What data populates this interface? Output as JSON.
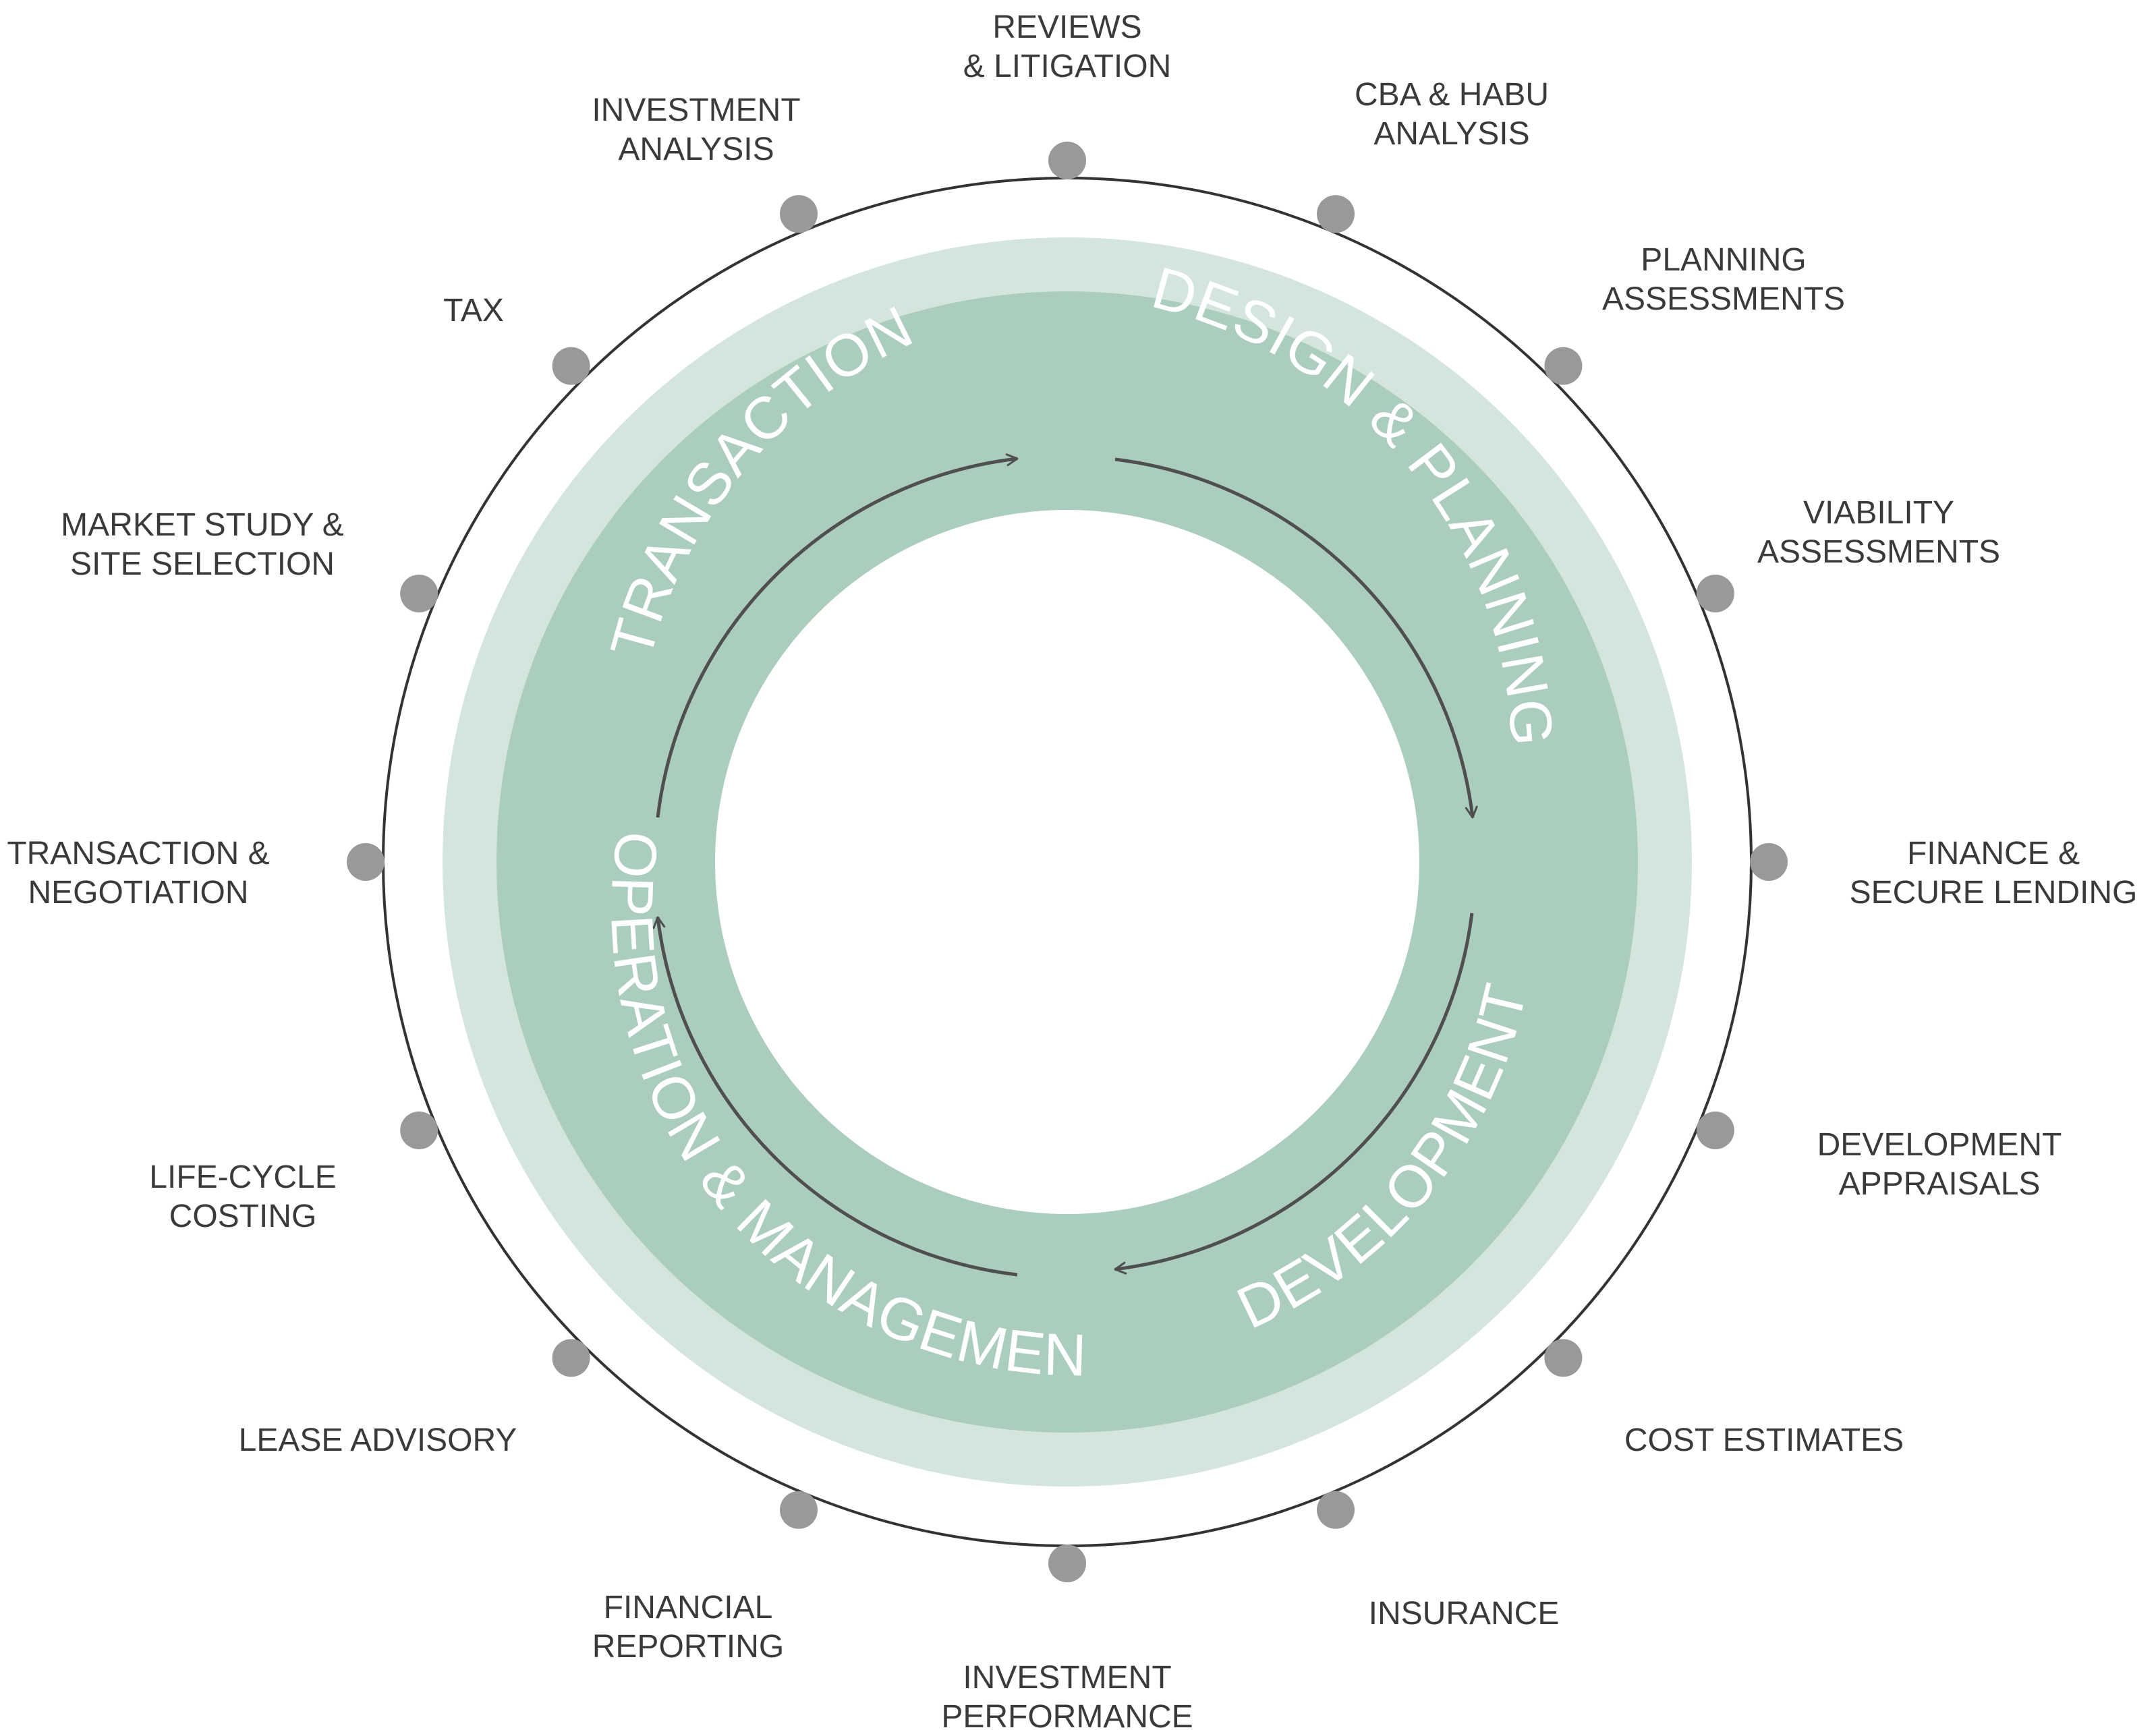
{
  "colors": {
    "outer_ring": "#d3e5dc",
    "inner_ring": "#abcdbe",
    "center": "#ffffff",
    "outline": "#333333",
    "dot": "#999999",
    "arrow": "#4f4f4f",
    "label": "#3a3a3a",
    "stage_label": "#ffffff"
  },
  "stages": [
    {
      "id": "transaction",
      "label": "TRANSACTION"
    },
    {
      "id": "design",
      "label": "DESIGN & PLANNING"
    },
    {
      "id": "development",
      "label": "DEVELOPMENT"
    },
    {
      "id": "operation",
      "label": "OPERATION & MANAGEMENT"
    }
  ],
  "services": [
    {
      "lines": [
        "REVIEWS",
        "& LITIGATION"
      ]
    },
    {
      "lines": [
        "CBA & HABU",
        "ANALYSIS"
      ]
    },
    {
      "lines": [
        "PLANNING",
        "ASSESSMENTS"
      ]
    },
    {
      "lines": [
        "VIABILITY",
        "ASSESSMENTS"
      ]
    },
    {
      "lines": [
        "FINANCE &",
        "SECURE LENDING"
      ]
    },
    {
      "lines": [
        "DEVELOPMENT",
        "APPRAISALS"
      ]
    },
    {
      "lines": [
        "COST ESTIMATES"
      ]
    },
    {
      "lines": [
        "INSURANCE"
      ]
    },
    {
      "lines": [
        "INVESTMENT",
        "PERFORMANCE"
      ]
    },
    {
      "lines": [
        "FINANCIAL",
        "REPORTING"
      ]
    },
    {
      "lines": [
        "LEASE ADVISORY"
      ]
    },
    {
      "lines": [
        "LIFE-CYCLE",
        "COSTING"
      ]
    },
    {
      "lines": [
        "TRANSACTION &",
        "NEGOTIATION"
      ]
    },
    {
      "lines": [
        "MARKET STUDY &",
        "SITE SELECTION"
      ]
    },
    {
      "lines": [
        "TAX"
      ]
    },
    {
      "lines": [
        "INVESTMENT",
        "ANALYSIS"
      ]
    }
  ]
}
